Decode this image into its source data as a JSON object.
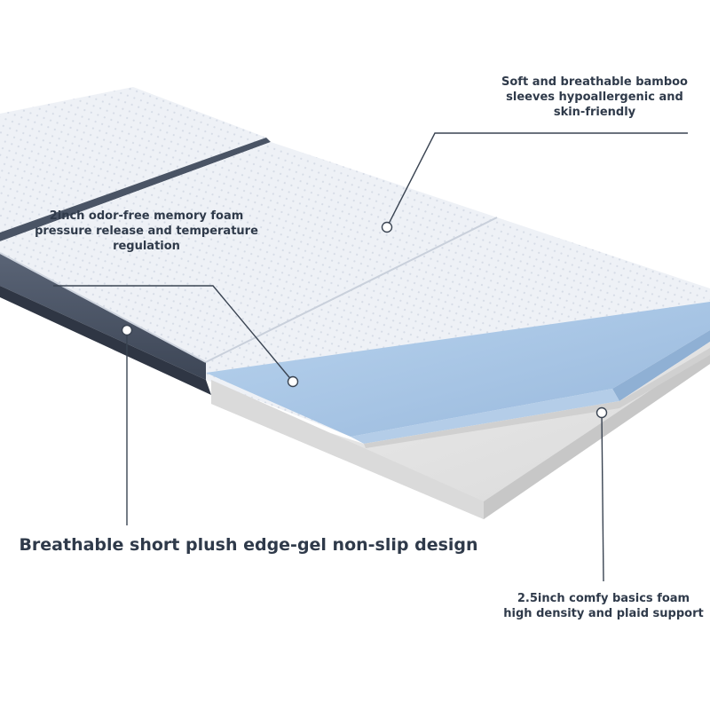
{
  "callouts": {
    "bamboo_cover": {
      "lines": [
        "Soft and breathable bamboo",
        "sleeves hypoallergenic and",
        "skin-friendly"
      ]
    },
    "memory_foam": {
      "lines": [
        "2inch odor-free memory foam",
        "pressure release and temperature",
        "regulation"
      ]
    },
    "edge_design": {
      "text": "Breathable short plush edge-gel non-slip design"
    },
    "base_foam": {
      "lines": [
        "2.5inch comfy basics foam",
        "high density and plaid support"
      ]
    }
  },
  "colors": {
    "label_text": "#2f3a4a",
    "leader_line": "#3a4452",
    "cover_white": "#eef1f6",
    "memory_foam_blue": "#a9c6e4",
    "base_foam_gray": "#e3e3e3",
    "side_edge_dark": "#4b5566"
  }
}
